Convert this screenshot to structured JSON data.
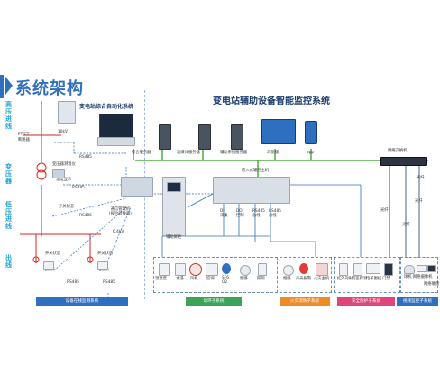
{
  "header": {
    "title": "系统架构"
  },
  "diagram_title": "变电站辅助设备智能监控系统",
  "left_section_labels": [
    "高压进线",
    "变压器",
    "低压进线",
    "出线"
  ],
  "left_system_title": "变电站综合自动化系统",
  "servers": {
    "integrated": "综合服务器",
    "stream": "流媒体服务器",
    "aux": "辅助系统服务器",
    "browser": "浏览器",
    "app": "app"
  },
  "switch_label": "网络交换机",
  "embedded_host": "嵌入式辅控主机",
  "host_ports": [
    "DI\n采集",
    "DO\n控制",
    "RS485\n总线",
    "RS485\n总线"
  ],
  "comm_manager": "通信管理机\n(规约转换器)",
  "aux_screen": "辅助屏柜",
  "rs485": "RS485",
  "switch_status": "开关状态",
  "temp_display": "温度显示",
  "meter_label": "电能表",
  "voltage_10kv": "10kV",
  "voltage_04kv": "0.4kV",
  "transformer_temp": "变压器测温仪",
  "ptct": "PT/CT",
  "breaker_small": "断路器",
  "optical": [
    "光纤",
    "光纤",
    "光纤",
    "光纤"
  ],
  "env_devices": [
    "温湿度",
    "水浸",
    "风机",
    "空调",
    "SF6\nO2",
    "烟感",
    "照明"
  ],
  "fire_devices": [
    "烟感",
    "声光报警",
    "火灾主机"
  ],
  "security_devices": [
    "红外对射",
    "双鉴探测",
    "电子围栏",
    "门禁"
  ],
  "video_devices": [
    "球机",
    "网络摄像机",
    "网络硬盘"
  ],
  "bottom_bars": {
    "online": "设备在线监测系统",
    "env": "动环子系统",
    "fire": "火灾消防子系统",
    "security": "安全防护子系统",
    "video": "视频监控子系统"
  },
  "colors": {
    "accent": "#2f6fbf",
    "green_bar": "#3aa457",
    "orange_bar": "#f08a24",
    "pink_bar": "#e0447c",
    "left_labels": "#1da1d8",
    "red_line": "#d9261c",
    "green_line": "#4caf3e"
  }
}
